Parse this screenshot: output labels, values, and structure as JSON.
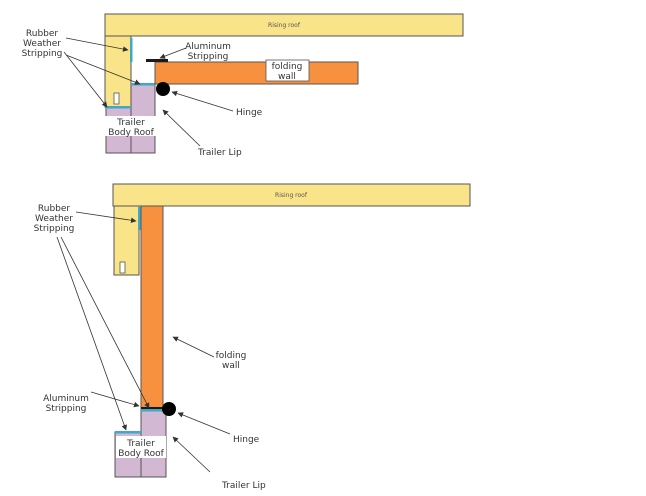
{
  "colors": {
    "roof": "#fae489",
    "folding_wall": "#f7913f",
    "trailer_body": "#d2b8d2",
    "weather_stripping": "#3fa9c8",
    "aluminum_stripping": "#1a1a1a",
    "hinge": "#000000"
  },
  "top": {
    "rising_roof": "Rising roof",
    "rubber_weather_stripping": [
      "Rubber",
      "Weather",
      "Stripping"
    ],
    "aluminum_stripping": [
      "Aluminum",
      "Stripping"
    ],
    "folding_wall": [
      "folding",
      "wall"
    ],
    "hinge": "Hinge",
    "trailer_body_roof": [
      "Trailer",
      "Body Roof"
    ],
    "trailer_lip": "Trailer Lip"
  },
  "bottom": {
    "rising_roof": "Rising roof",
    "rubber_weather_stripping": [
      "Rubber",
      "Weather",
      "Stripping"
    ],
    "aluminum_stripping": [
      "Aluminum",
      "Stripping"
    ],
    "folding_wall": [
      "folding",
      "wall"
    ],
    "hinge": "Hinge",
    "trailer_body_roof": [
      "Trailer",
      "Body Roof"
    ],
    "trailer_lip": "Trailer Lip"
  }
}
